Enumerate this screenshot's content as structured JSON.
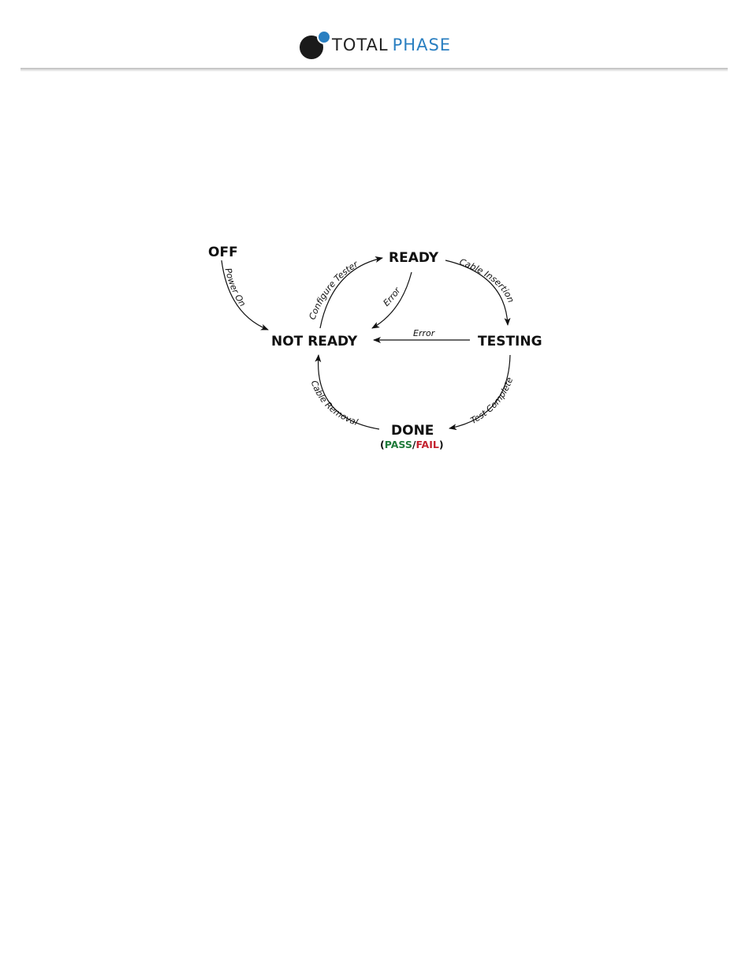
{
  "header": {
    "logo_total": "TOTAL",
    "logo_phase": "PHASE",
    "brand_colors": {
      "total": "#222222",
      "phase": "#2a7fc1"
    }
  },
  "diagram": {
    "states": {
      "off": "OFF",
      "ready": "READY",
      "not_ready": "NOT READY",
      "testing": "TESTING",
      "done": "DONE"
    },
    "done_result": {
      "open_paren": "(",
      "pass": "PASS",
      "slash": "/",
      "fail": "FAIL",
      "close_paren": ")",
      "pass_color": "#1f7a3a",
      "fail_color": "#c4232f"
    },
    "transitions": {
      "power_on": "Power On",
      "configure_tester": "Configure Tester",
      "error_ready": "Error",
      "error_testing": "Error",
      "cable_insertion": "Cable Insertion",
      "test_complete": "Test Complete",
      "cable_removal": "Cable Removal"
    }
  }
}
